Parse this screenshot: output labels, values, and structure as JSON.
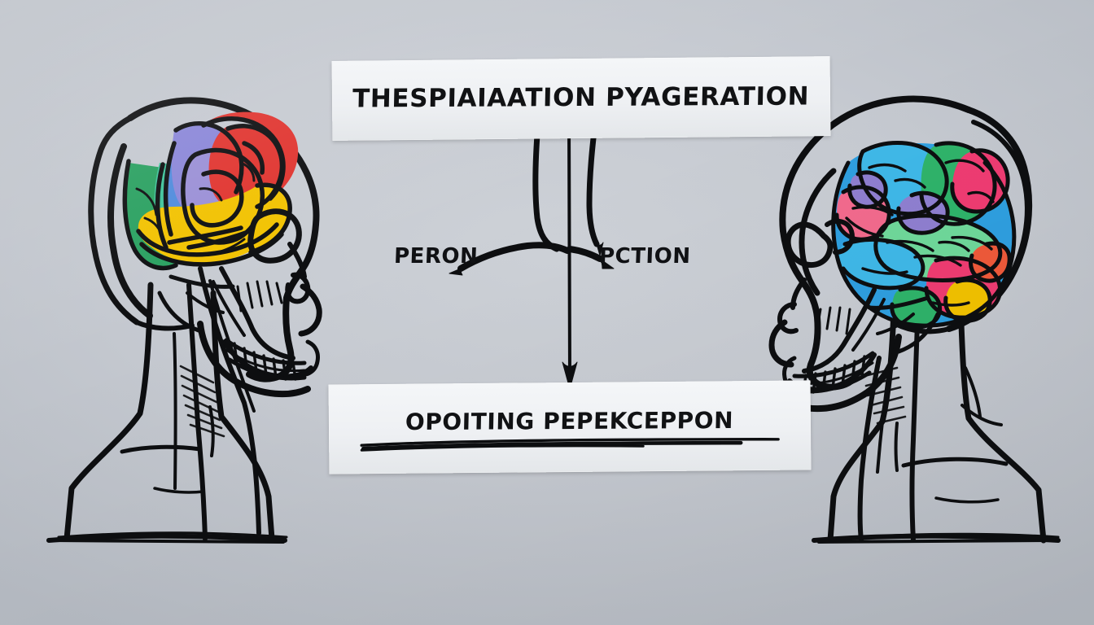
{
  "scene": {
    "kind": "whiteboard-sketch",
    "background_color": "#c6cad1",
    "ink_color": "#0d0e10"
  },
  "top_card": {
    "title": "THESPIAIAATION PYAGERATION",
    "icon": "paper-strip"
  },
  "bottom_card": {
    "caption": "OPOITING PEPEKCEPPON",
    "icon": "paper-strip-underlined"
  },
  "middle_labels": {
    "left": "PERON",
    "right": "PCTION"
  },
  "connector": {
    "name": "down-arrow",
    "description": "vertical line with downward arrowhead linking the two cards"
  },
  "figures": [
    {
      "id": "left-head",
      "name": "skull-profile-facing-right",
      "facing": "right",
      "brain_palette": [
        "#29a060",
        "#2fc39a",
        "#4f8bdc",
        "#8a86d8",
        "#9a8fd6",
        "#e0342f",
        "#f2c200"
      ]
    },
    {
      "id": "right-head",
      "name": "skull-profile-facing-left",
      "facing": "left",
      "brain_palette": [
        "#2f9fe0",
        "#3fb8e8",
        "#ef3c72",
        "#f26a8d",
        "#2fb36a",
        "#6fd89a",
        "#8f7fd0",
        "#f2c200",
        "#ef5a3a"
      ]
    }
  ]
}
